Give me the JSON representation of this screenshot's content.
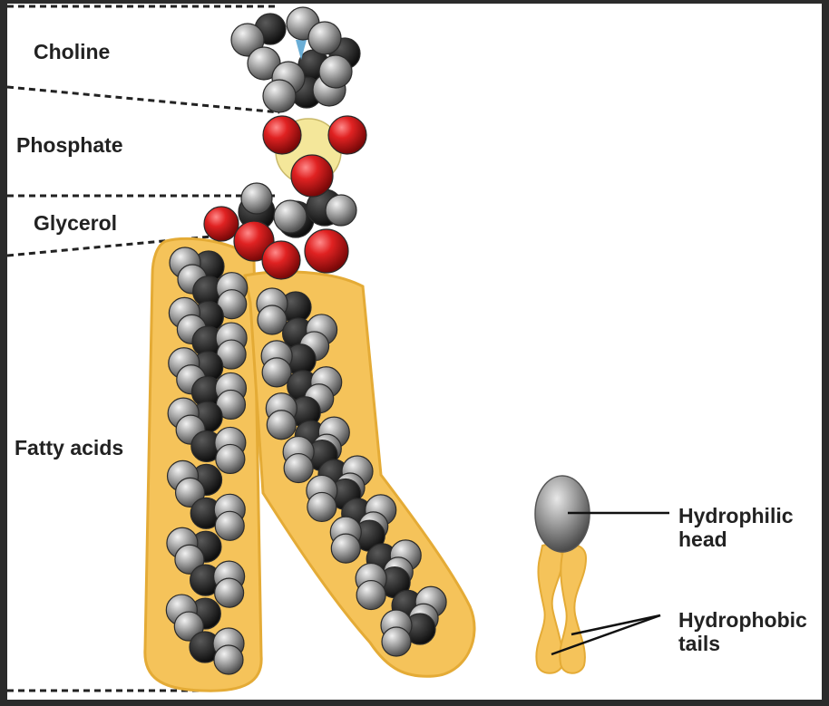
{
  "labels": {
    "choline": "Choline",
    "phosphate": "Phosphate",
    "glycerol": "Glycerol",
    "fatty_acids": "Fatty acids"
  },
  "legend": {
    "head_line1": "Hydrophilic",
    "head_line2": "head",
    "tails_line1": "Hydrophobic",
    "tails_line2": "tails"
  },
  "colors": {
    "page_border": "#2b2b2b",
    "background": "#ffffff",
    "tail_region": "#f5c35a",
    "tail_outline": "#e0a52c",
    "carbon": "#1e1e1e",
    "hydrogen": "#9a9a9a",
    "oxygen": "#d42020",
    "phosphorus": "#f4e79a",
    "nitrogen": "#6aaed6",
    "schematic_head": "#8c8c8c",
    "text": "#222222"
  }
}
